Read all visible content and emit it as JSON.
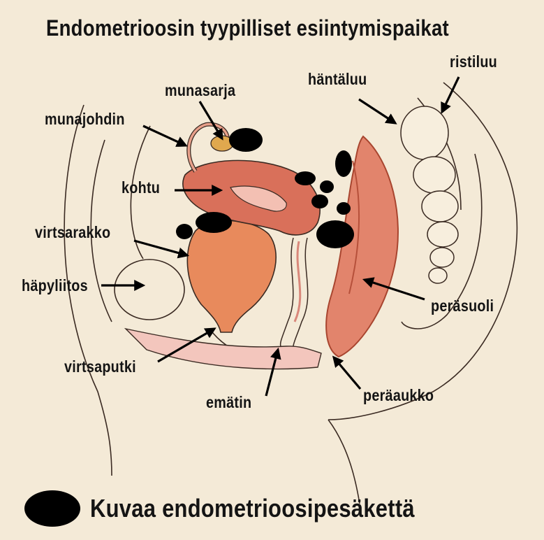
{
  "title": "Endometrioosin tyypilliset esiintymispaikat",
  "labels": {
    "munasarja": "munasarja",
    "hantaluu": "häntäluu",
    "ristiluu": "ristiluu",
    "munajohdin": "munajohdin",
    "kohtu": "kohtu",
    "virtsarakko": "virtsarakko",
    "hapyliitos": "häpyliitos",
    "perasuoli": "peräsuoli",
    "virtsaputki": "virtsaputki",
    "ematin": "emätin",
    "peraaukko": "peräaukko"
  },
  "legend": {
    "text": "Kuvaa endometrioosipesäkettä",
    "marker_color": "#000000"
  },
  "colors": {
    "paper": "#f4ead7",
    "tissue": "#d9705a",
    "tissue_light": "#f0b3a4",
    "bladder": "#e88a5c",
    "outline": "#3a2a22"
  }
}
